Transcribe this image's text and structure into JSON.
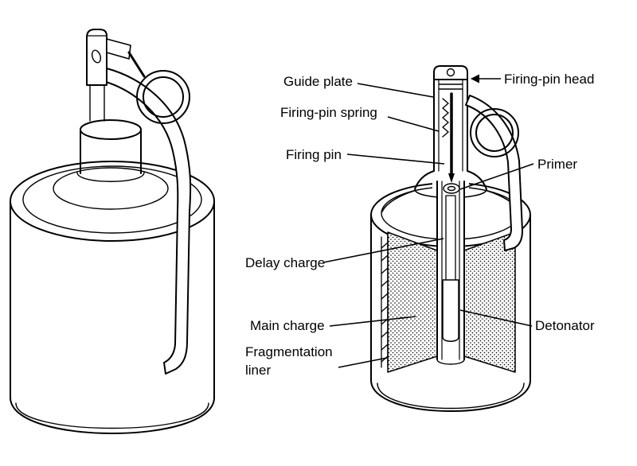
{
  "colors": {
    "ink": "#000000",
    "background": "#ffffff"
  },
  "diagram": {
    "labels": {
      "guide_plate": "Guide plate",
      "firing_pin_spring": "Firing-pin spring",
      "firing_pin": "Firing pin",
      "firing_pin_head": "Firing-pin head",
      "primer": "Primer",
      "delay_charge": "Delay charge",
      "main_charge": "Main charge",
      "detonator": "Detonator",
      "fragmentation_liner": "Fragmentation\nliner"
    }
  }
}
